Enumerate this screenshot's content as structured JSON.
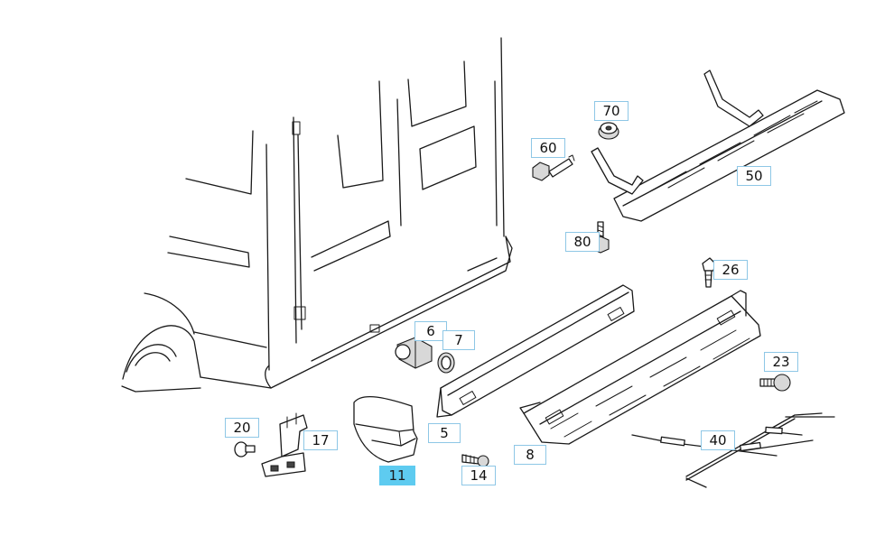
{
  "diagram": {
    "selected": "11",
    "callouts": {
      "c70": "70",
      "c60": "60",
      "c50": "50",
      "c80": "80",
      "c26": "26",
      "c6": "6",
      "c7": "7",
      "c23": "23",
      "c20": "20",
      "c17": "17",
      "c5": "5",
      "c11": "11",
      "c14": "14",
      "c8": "8",
      "c40": "40"
    },
    "colors": {
      "callout_border": "#8ec7e6",
      "selected_fill": "#5ecbf0",
      "line": "#1a1a1a"
    }
  }
}
